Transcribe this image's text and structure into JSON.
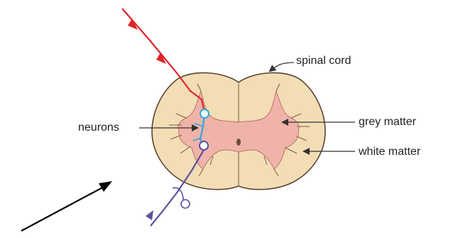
{
  "labels": {
    "spinal_cord": "spinal cord",
    "neurons": "neurons",
    "grey_matter": "grey matter",
    "white_matter": "white matter"
  },
  "colors": {
    "white_matter": "#f3ddb4",
    "grey_matter": "#efb3a9",
    "outline": "#5a4535",
    "sensory_neuron": "#e0242a",
    "interneuron": "#2fa8dc",
    "motor_neuron": "#5b4fa0",
    "pointer_arrow": "#000000",
    "leader_line": "#333333"
  },
  "icons": {
    "pointer": "arrow-icon"
  }
}
